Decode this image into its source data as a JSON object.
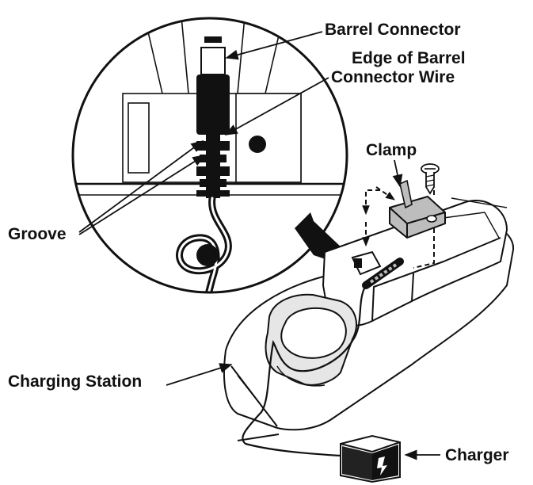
{
  "labels": {
    "barrel_connector": "Barrel Connector",
    "edge_line1": "Edge of Barrel",
    "edge_line2": "Connector Wire",
    "clamp": "Clamp",
    "groove": "Groove",
    "charging_station": "Charging Station",
    "charger": "Charger"
  },
  "colors": {
    "ink": "#111111",
    "paper": "#ffffff",
    "shade": "#bdbdbd",
    "light_shade": "#e6e6e6"
  },
  "icons": {
    "charger_symbol": "lightning-bolt-icon",
    "screw": "screw-icon"
  }
}
